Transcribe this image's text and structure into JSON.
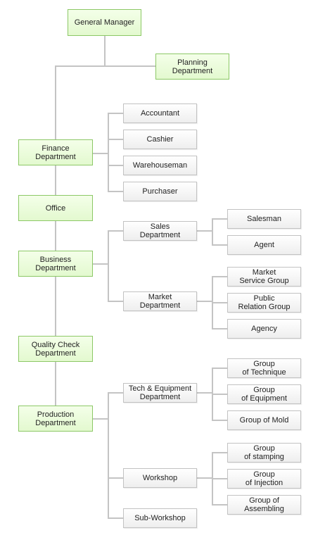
{
  "org_chart": {
    "general_manager": "General Manager",
    "planning_department": [
      "Planning",
      "Department"
    ],
    "finance": {
      "name": [
        "Finance",
        "Department"
      ],
      "children": [
        "Accountant",
        "Cashier",
        "Warehouseman",
        "Purchaser"
      ]
    },
    "office": "Office",
    "business": {
      "name": [
        "Business",
        "Department"
      ],
      "sales_department": [
        "Sales",
        "Department"
      ],
      "sales_children": [
        "Salesman",
        "Agent"
      ],
      "market_department": [
        "Market",
        "Department"
      ],
      "market_children": [
        [
          "Market",
          "Service Group"
        ],
        [
          "Public",
          "Relation Group"
        ],
        [
          "Agency"
        ]
      ]
    },
    "quality_check": [
      "Quality Check",
      "Department"
    ],
    "production": {
      "name": [
        "Production",
        "Department"
      ],
      "tech_equipment": [
        "Tech & Equipment",
        "Department"
      ],
      "tech_children": [
        [
          "Group",
          "of Technique"
        ],
        [
          "Group",
          "of Equipment"
        ],
        [
          "Group of Mold"
        ]
      ],
      "workshop": "Workshop",
      "workshop_children": [
        [
          "Group",
          "of stamping"
        ],
        [
          "Group",
          "of Injection"
        ],
        [
          "Group of",
          "Assembling"
        ]
      ],
      "sub_workshop": "Sub-Workshop"
    }
  },
  "colors": {
    "department_fill": "#e3f9cf",
    "department_border": "#8cc866",
    "role_fill": "#eeeeee",
    "role_border": "#c2c2c2",
    "connector": "#c4c4c4"
  }
}
